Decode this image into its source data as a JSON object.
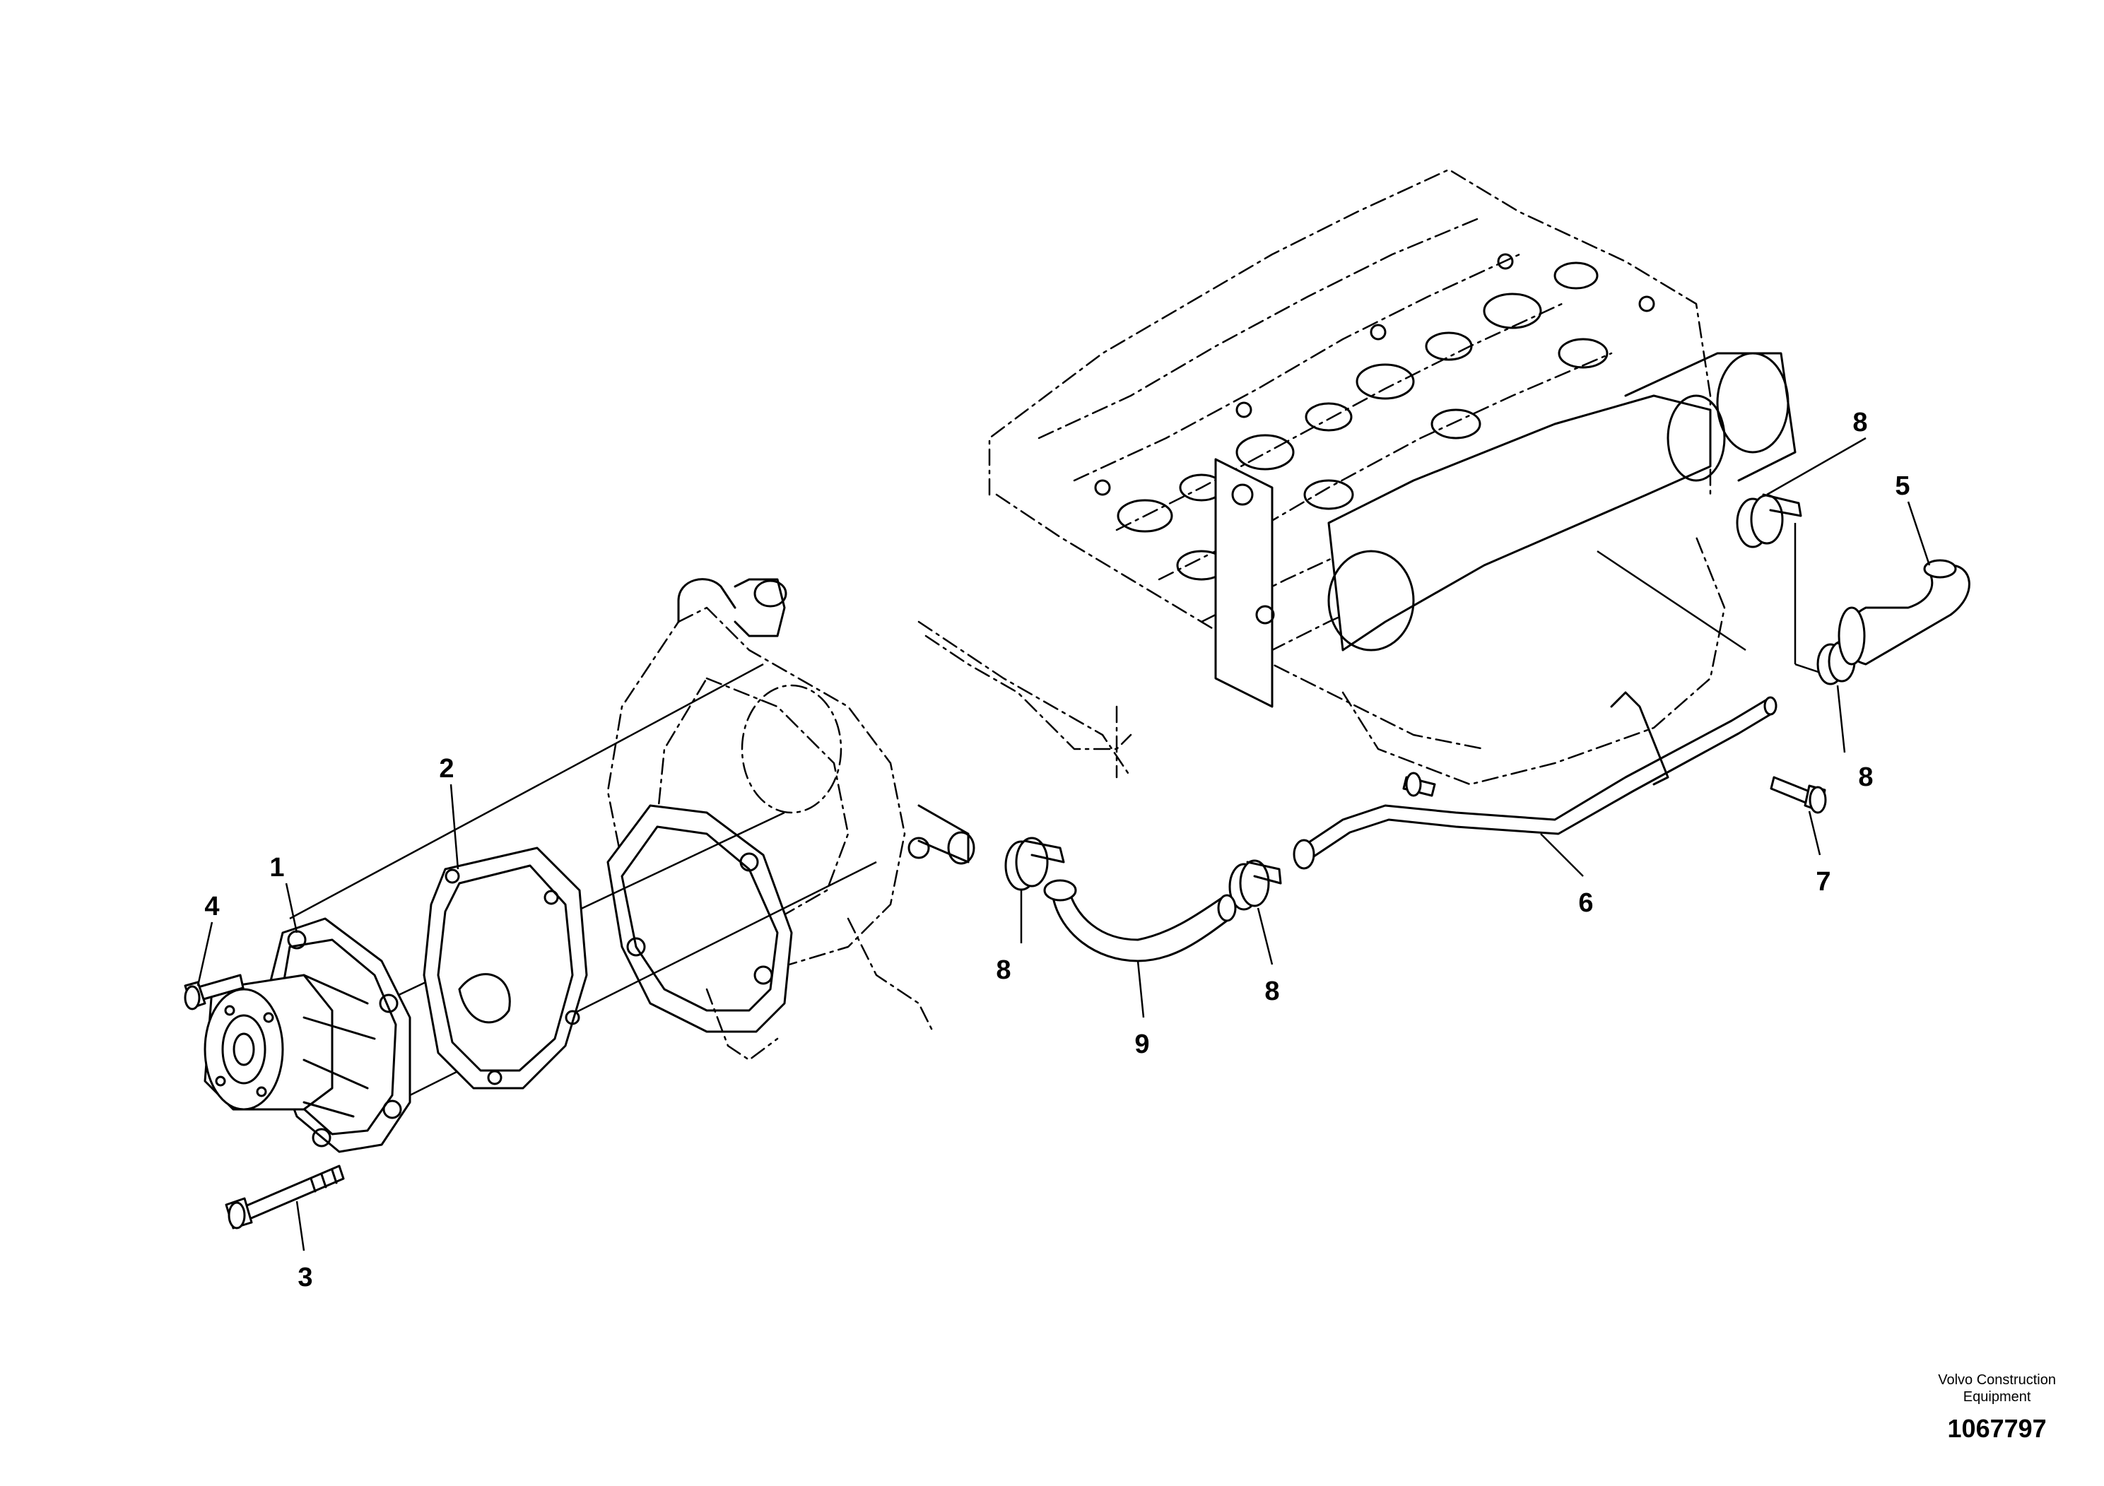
{
  "callouts": [
    {
      "id": "1",
      "label": "1"
    },
    {
      "id": "2",
      "label": "2"
    },
    {
      "id": "3",
      "label": "3"
    },
    {
      "id": "4",
      "label": "4"
    },
    {
      "id": "5",
      "label": "5"
    },
    {
      "id": "6",
      "label": "6"
    },
    {
      "id": "7",
      "label": "7"
    },
    {
      "id": "8a",
      "label": "8"
    },
    {
      "id": "8b",
      "label": "8"
    },
    {
      "id": "8c",
      "label": "8"
    },
    {
      "id": "8d",
      "label": "8"
    },
    {
      "id": "9",
      "label": "9"
    }
  ],
  "footer": {
    "brand_line1": "Volvo Construction",
    "brand_line2": "Equipment",
    "doc_number": "1067797"
  }
}
